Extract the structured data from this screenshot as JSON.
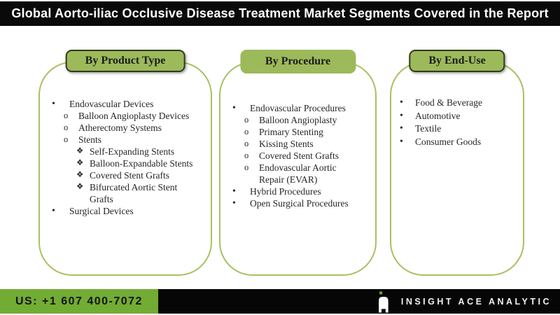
{
  "title": "Global Aorto-iliac Occlusive Disease Treatment Market Segments Covered in the Report",
  "columns": [
    {
      "header": "By Product Type",
      "items": [
        {
          "level": 1,
          "text": "Endovascular Devices"
        },
        {
          "level": 2,
          "text": "Balloon Angioplasty Devices"
        },
        {
          "level": 2,
          "text": "Atherectomy Systems"
        },
        {
          "level": 2,
          "text": "Stents"
        },
        {
          "level": 3,
          "text": "Self-Expanding Stents"
        },
        {
          "level": 3,
          "text": "Balloon-Expandable Stents"
        },
        {
          "level": 3,
          "text": "Covered Stent Grafts"
        },
        {
          "level": 3,
          "text": "Bifurcated Aortic Stent Grafts"
        },
        {
          "level": 1,
          "text": "Surgical Devices"
        }
      ]
    },
    {
      "header": "By Procedure",
      "items": [
        {
          "level": 1,
          "text": "Endovascular Procedures"
        },
        {
          "level": 2,
          "text": "Balloon Angioplasty"
        },
        {
          "level": 2,
          "text": "Primary Stenting"
        },
        {
          "level": 2,
          "text": "Kissing Stents"
        },
        {
          "level": 2,
          "text": "Covered Stent Grafts"
        },
        {
          "level": 2,
          "text": "Endovascular Aortic Repair (EVAR)"
        },
        {
          "level": 1,
          "text": "Hybrid Procedures"
        },
        {
          "level": 1,
          "text": "Open Surgical Procedures"
        }
      ]
    },
    {
      "header": "By End-Use",
      "items": [
        {
          "level": 1,
          "text": "Food & Beverage"
        },
        {
          "level": 1,
          "text": "Automotive"
        },
        {
          "level": 1,
          "text": "Textile"
        },
        {
          "level": 1,
          "text": "Consumer Goods"
        }
      ]
    }
  ],
  "bullets": {
    "level1": "•",
    "level2": "o",
    "level3": "❖"
  },
  "footer": {
    "phone": "US: +1 607 400-7072",
    "brand": "INSIGHT ACE ANALYTIC",
    "logo_icon": "insight-ace-logo"
  },
  "colors": {
    "title_bar_bg": "#0a0a0a",
    "badge_fill": "#9cba5a",
    "badge_border": "#31391b",
    "box_border": "#a8c164",
    "footer_green": "#72ac34",
    "footer_black": "#060606",
    "logo_green": "#6faa2e",
    "body_text": "#262626"
  }
}
